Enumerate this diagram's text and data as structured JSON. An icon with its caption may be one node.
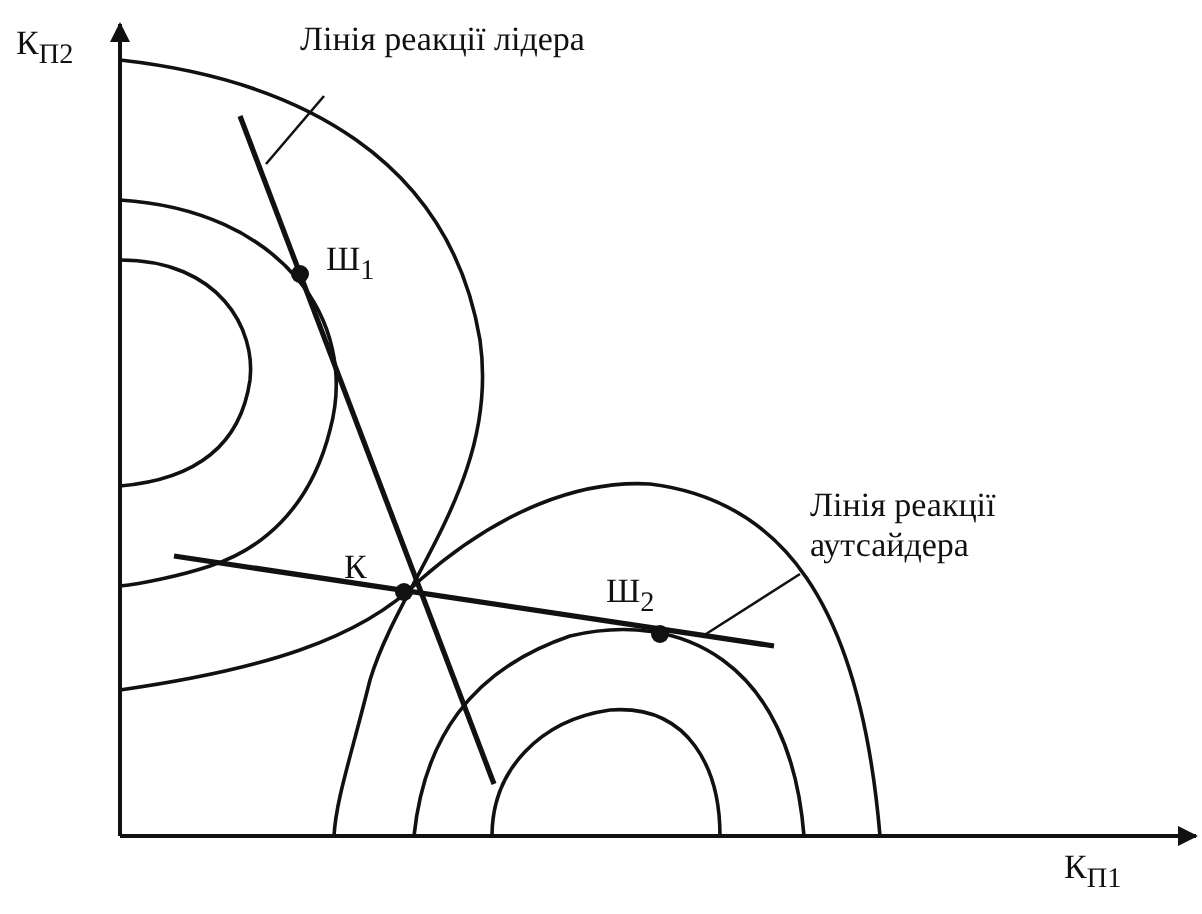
{
  "diagram": {
    "nodes": [
      {
        "text": [
          "Лінія реакції лідера"
        ]
      },
      {
        "text": [],
        "shape": "line"
      },
      {
        "text": [
          "Лінія реакції аутсайдера"
        ]
      },
      {
        "text": [],
        "shape": "line"
      }
    ],
    "edges": [
      {
        "from": 0,
        "to": 1,
        "arrow": "none"
      },
      {
        "from": 2,
        "to": 3,
        "arrow": "none"
      }
    ],
    "labels": [
      "К$_{П2}$",
      "Ш$_{1}$",
      "К",
      "Ш$_{2}$",
      "К$_{П1}$"
    ]
  }
}
